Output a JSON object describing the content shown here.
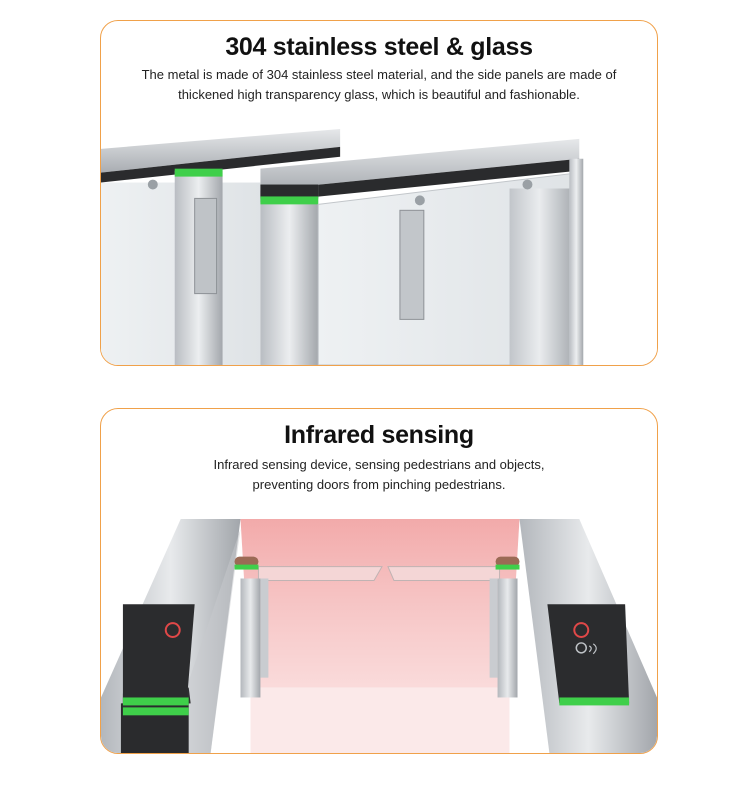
{
  "sections": [
    {
      "title": "304 stainless steel & glass",
      "description_line1": "The metal  is made of 304 stainless steel material, and the side panels are made of",
      "description_line2": "thickened high transparency glass, which is beautiful and fashionable."
    },
    {
      "title": "Infrared sensing",
      "description_line1": "Infrared sensing device, sensing pedestrians and objects,",
      "description_line2": "preventing doors from pinching pedestrians."
    }
  ],
  "colors": {
    "card_border": "#f0a14a",
    "green_led": "#3fcf4a",
    "infrared": "#f2a0a0",
    "steel": "#c9ccd0"
  }
}
